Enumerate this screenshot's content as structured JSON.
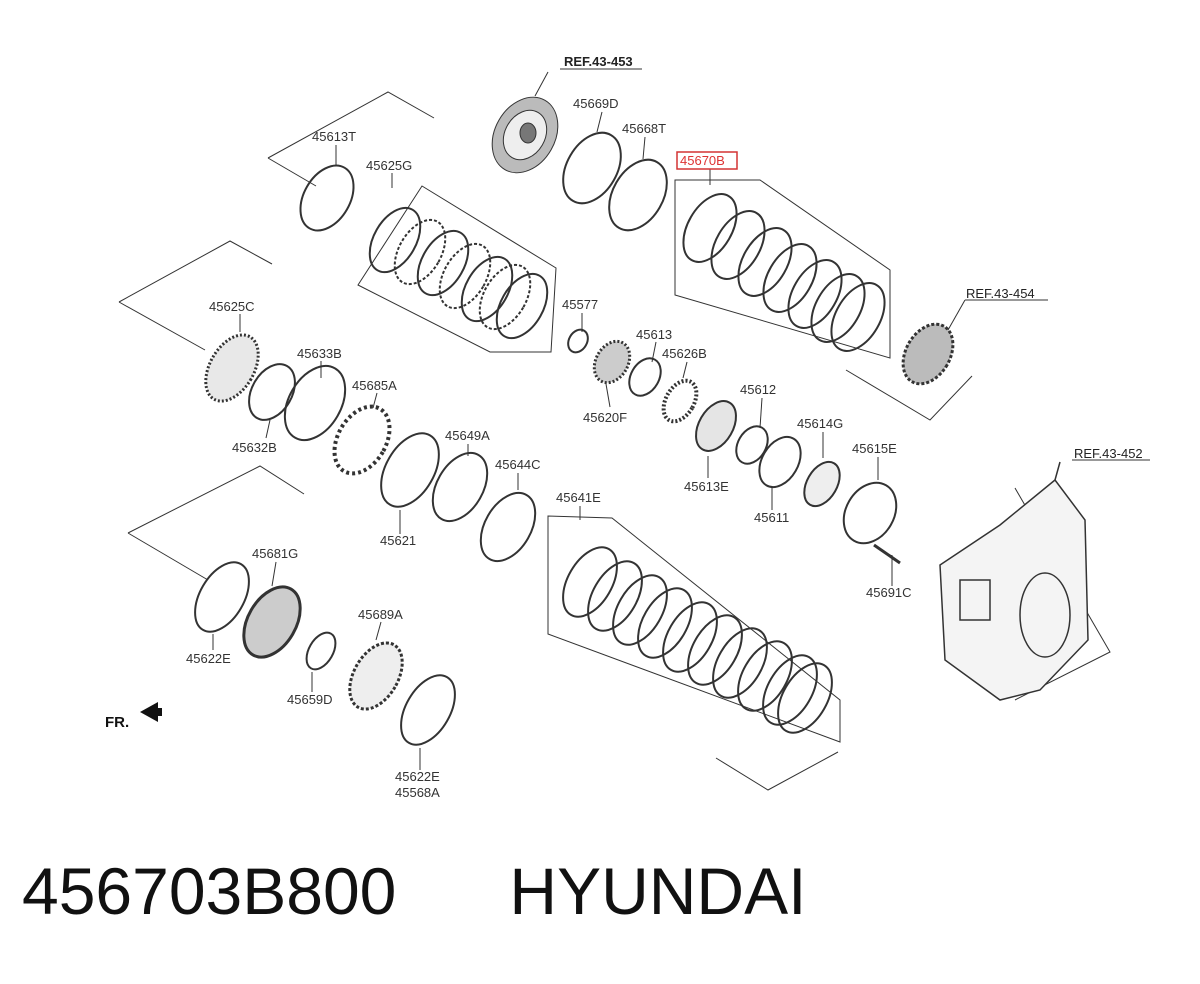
{
  "labels": {
    "ref_43_453": "REF.43-453",
    "l_45669D": "45669D",
    "l_45668T": "45668T",
    "l_45670B": "45670B",
    "l_45613T": "45613T",
    "l_45625G": "45625G",
    "ref_43_454": "REF.43-454",
    "l_45625C": "45625C",
    "l_45577": "45577",
    "l_45613": "45613",
    "l_45626B": "45626B",
    "l_45633B": "45633B",
    "l_45685A": "45685A",
    "l_45620F": "45620F",
    "l_45612": "45612",
    "l_45632B": "45632B",
    "l_45649A": "45649A",
    "l_45614G": "45614G",
    "l_45644C": "45644C",
    "l_45615E": "45615E",
    "l_45613E": "45613E",
    "ref_43_452": "REF.43-452",
    "l_45641E": "45641E",
    "l_45611": "45611",
    "l_45621": "45621",
    "l_45681G": "45681G",
    "l_45689A": "45689A",
    "l_45691C": "45691C",
    "l_45622E_a": "45622E",
    "l_45659D": "45659D",
    "fr": "FR.",
    "l_45622E_b": "45622E",
    "l_45568A": "45568A"
  },
  "highlight_color": "#d33333",
  "caption": {
    "part_number": "456703B800",
    "brand": "HYUNDAI"
  }
}
